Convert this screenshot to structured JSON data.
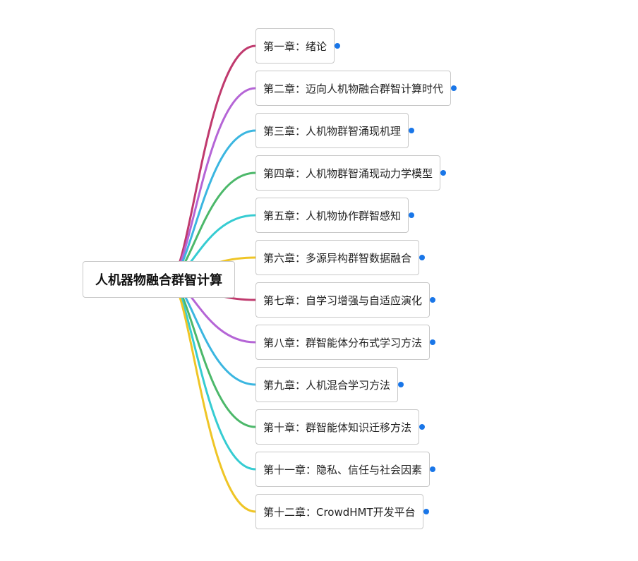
{
  "root": {
    "label": "人机器物融合群智计算"
  },
  "chapters": [
    {
      "label": "第一章：绪论",
      "color": "#c03a6e"
    },
    {
      "label": "第二章：迈向人机物融合群智计算时代",
      "color": "#b565d6"
    },
    {
      "label": "第三章：人机物群智涌现机理",
      "color": "#3bb6e0"
    },
    {
      "label": "第四章：人机物群智涌现动力学模型",
      "color": "#4cb86a"
    },
    {
      "label": "第五章：人机物协作群智感知",
      "color": "#36ccd2"
    },
    {
      "label": "第六章：多源异构群智数据融合",
      "color": "#efc526"
    },
    {
      "label": "第七章：自学习增强与自适应演化",
      "color": "#c03a6e"
    },
    {
      "label": "第八章：群智能体分布式学习方法",
      "color": "#b565d6"
    },
    {
      "label": "第九章：人机混合学习方法",
      "color": "#3bb6e0"
    },
    {
      "label": "第十章：群智能体知识迁移方法",
      "color": "#4cb86a"
    },
    {
      "label": "第十一章：隐私、信任与社会因素",
      "color": "#36ccd2"
    },
    {
      "label": "第十二章：CrowdHMT开发平台",
      "color": "#efc526"
    }
  ],
  "dot_color": "#1976e8"
}
